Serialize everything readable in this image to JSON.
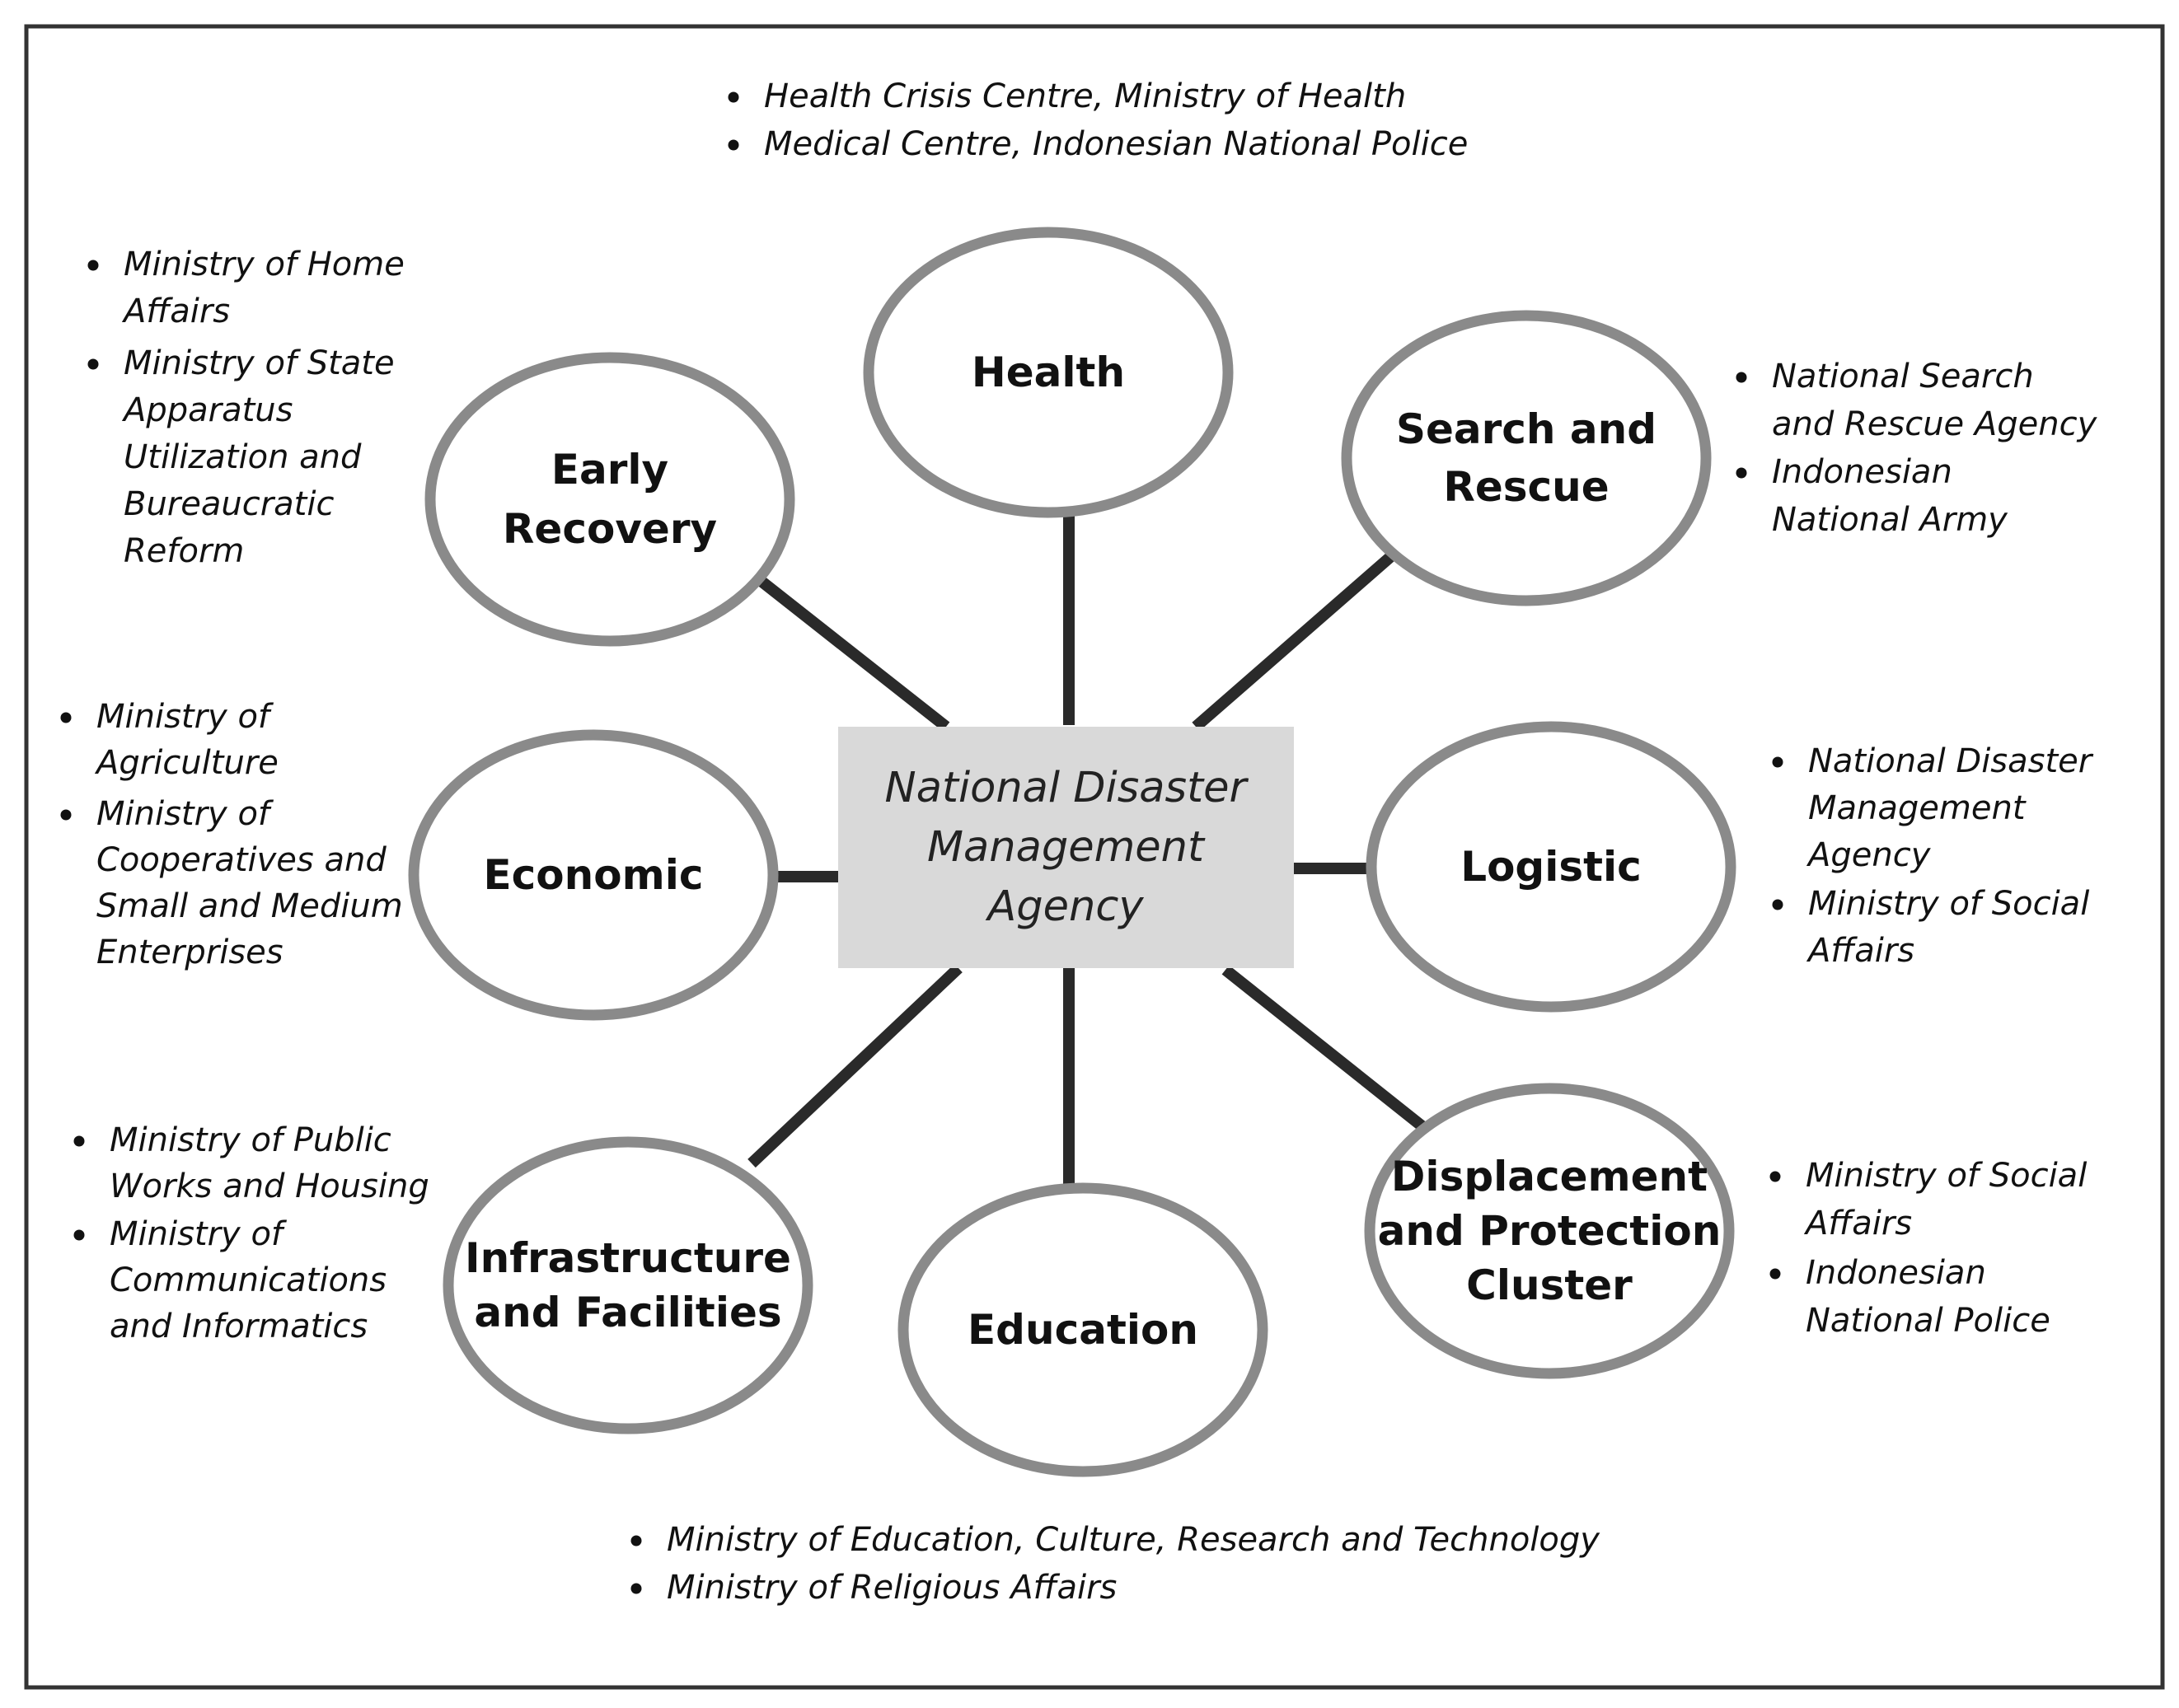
{
  "center": {
    "lines": [
      "National Disaster",
      "Management",
      "Agency"
    ]
  },
  "clusters": {
    "health": {
      "label": [
        "Health"
      ],
      "agencies": [
        [
          "Health Crisis Centre, Ministry of Health"
        ],
        [
          "Medical Centre, Indonesian National Police"
        ]
      ]
    },
    "search_and_rescue": {
      "label": [
        "Search and",
        "Rescue"
      ],
      "agencies": [
        [
          "National Search",
          "and Rescue Agency"
        ],
        [
          "Indonesian",
          "National Army"
        ]
      ]
    },
    "logistic": {
      "label": [
        "Logistic"
      ],
      "agencies": [
        [
          "National Disaster",
          "Management",
          "Agency"
        ],
        [
          "Ministry of Social",
          "Affairs"
        ]
      ]
    },
    "displacement": {
      "label": [
        "Displacement",
        "and Protection",
        "Cluster"
      ],
      "agencies": [
        [
          "Ministry of Social",
          "Affairs"
        ],
        [
          "Indonesian",
          "National Police"
        ]
      ]
    },
    "education": {
      "label": [
        "Education"
      ],
      "agencies": [
        [
          "Ministry of Education,  Culture, Research and Technology"
        ],
        [
          "Ministry of Religious Affairs"
        ]
      ]
    },
    "infrastructure": {
      "label": [
        "Infrastructure",
        "and Facilities"
      ],
      "agencies": [
        [
          "Ministry of Public",
          "Works and Housing"
        ],
        [
          "Ministry of",
          "Communications",
          "and Informatics"
        ]
      ]
    },
    "economic": {
      "label": [
        "Economic"
      ],
      "agencies": [
        [
          "Ministry of",
          "Agriculture"
        ],
        [
          "Ministry of",
          "Cooperatives and",
          "Small and Medium",
          "Enterprises"
        ]
      ]
    },
    "early_recovery": {
      "label": [
        "Early",
        "Recovery"
      ],
      "agencies": [
        [
          "Ministry of Home",
          "Affairs"
        ],
        [
          "Ministry of State",
          "Apparatus",
          "Utilization and",
          "Bureaucratic",
          "Reform"
        ]
      ]
    }
  }
}
